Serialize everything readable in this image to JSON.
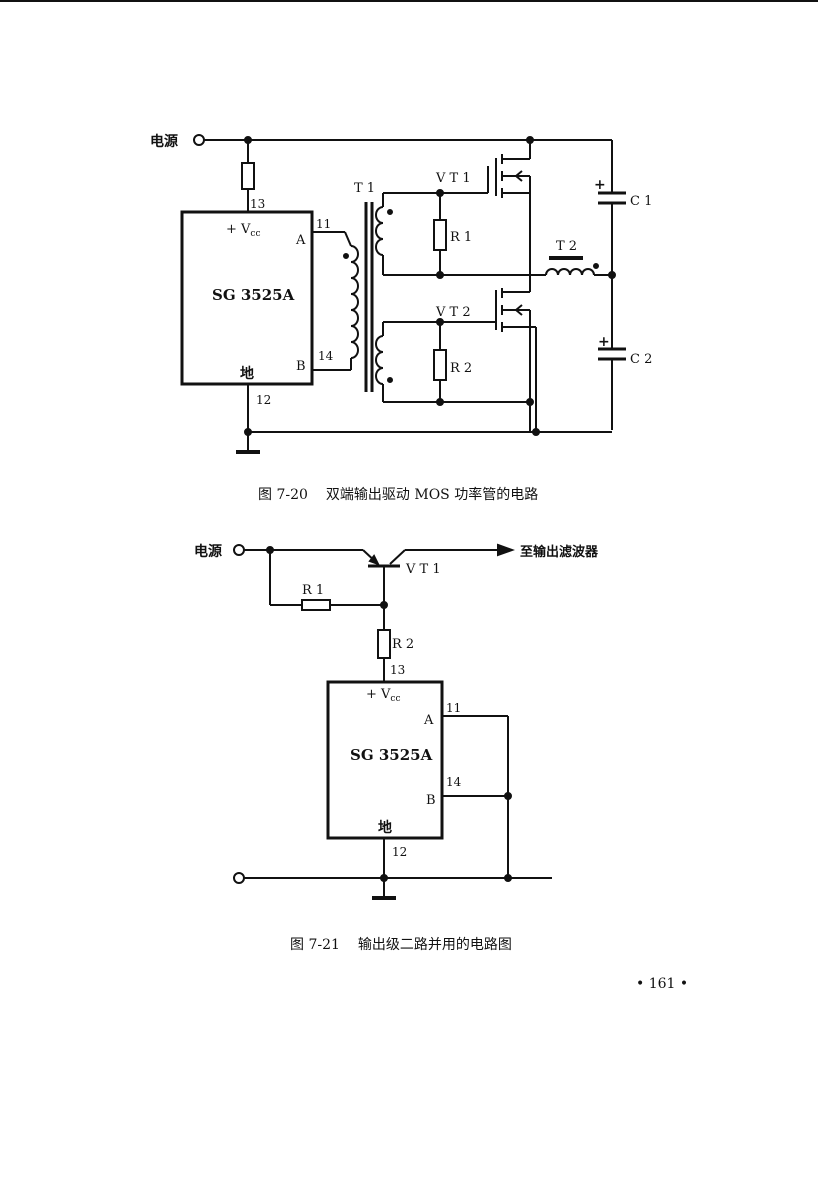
{
  "page": {
    "number": "• 161 •"
  },
  "figure_20": {
    "caption_number": "图 7-20",
    "caption_text": "双端输出驱动 MOS 功率管的电路",
    "labels": {
      "power": "电源",
      "chip_name": "SG 3525A",
      "vcc": "+ V",
      "vcc_sub": "cc",
      "pin_a": "A",
      "pin_b": "B",
      "ground": "地",
      "pin13": "13",
      "pin11": "11",
      "pin14": "14",
      "pin12": "12",
      "t1": "T 1",
      "t2": "T 2",
      "vt1": "V T 1",
      "vt2": "V T 2",
      "r1": "R 1",
      "r2": "R 2",
      "c1": "C 1",
      "c2": "C 2",
      "plus": "+"
    }
  },
  "figure_21": {
    "caption_number": "图 7-21",
    "caption_text": "输出级二路并用的电路图",
    "labels": {
      "power": "电源",
      "output": "至输出滤波器",
      "vt1": "V T 1",
      "r1": "R 1",
      "r2": "R 2",
      "pin13": "13",
      "vcc": "+ V",
      "vcc_sub": "cc",
      "pin_a": "A",
      "pin11": "11",
      "chip_name": "SG 3525A",
      "pin_b": "B",
      "pin14": "14",
      "ground": "地",
      "pin12": "12"
    }
  }
}
